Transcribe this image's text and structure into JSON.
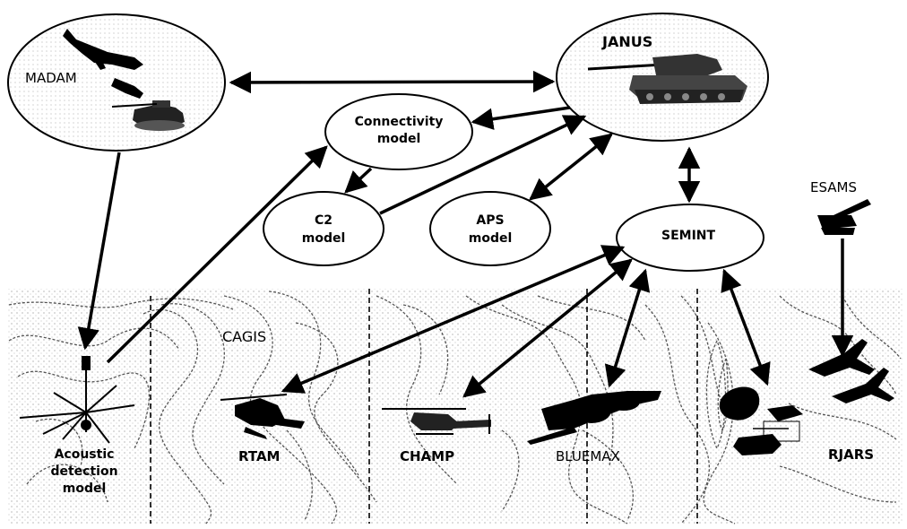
{
  "nodes": {
    "madam": "MADAM",
    "janus": "JANUS",
    "connectivity": [
      "Connectivity",
      "model"
    ],
    "c2": [
      "C2",
      "model"
    ],
    "aps": [
      "APS",
      "model"
    ],
    "semint": "SEMINT",
    "esams": "ESAMS",
    "cagis": "CAGIS",
    "acoustic": [
      "Acoustic",
      "detection",
      "model"
    ],
    "rtam": "RTAM",
    "champ": "CHAMP",
    "bluemax": "BLUEMAX",
    "rjars": "RJARS"
  },
  "icons": {
    "madam": [
      "aircraft-icon",
      "missile-icon",
      "tank-icon"
    ],
    "janus": "tank-icon",
    "esams": "sam-launcher-icon",
    "rtam": "helicopter-icon",
    "champ": "helicopter-icon",
    "bluemax": "aircraft-icon",
    "rjars": "aircraft-icon",
    "acoustic": "acoustic-sensor-icon"
  }
}
